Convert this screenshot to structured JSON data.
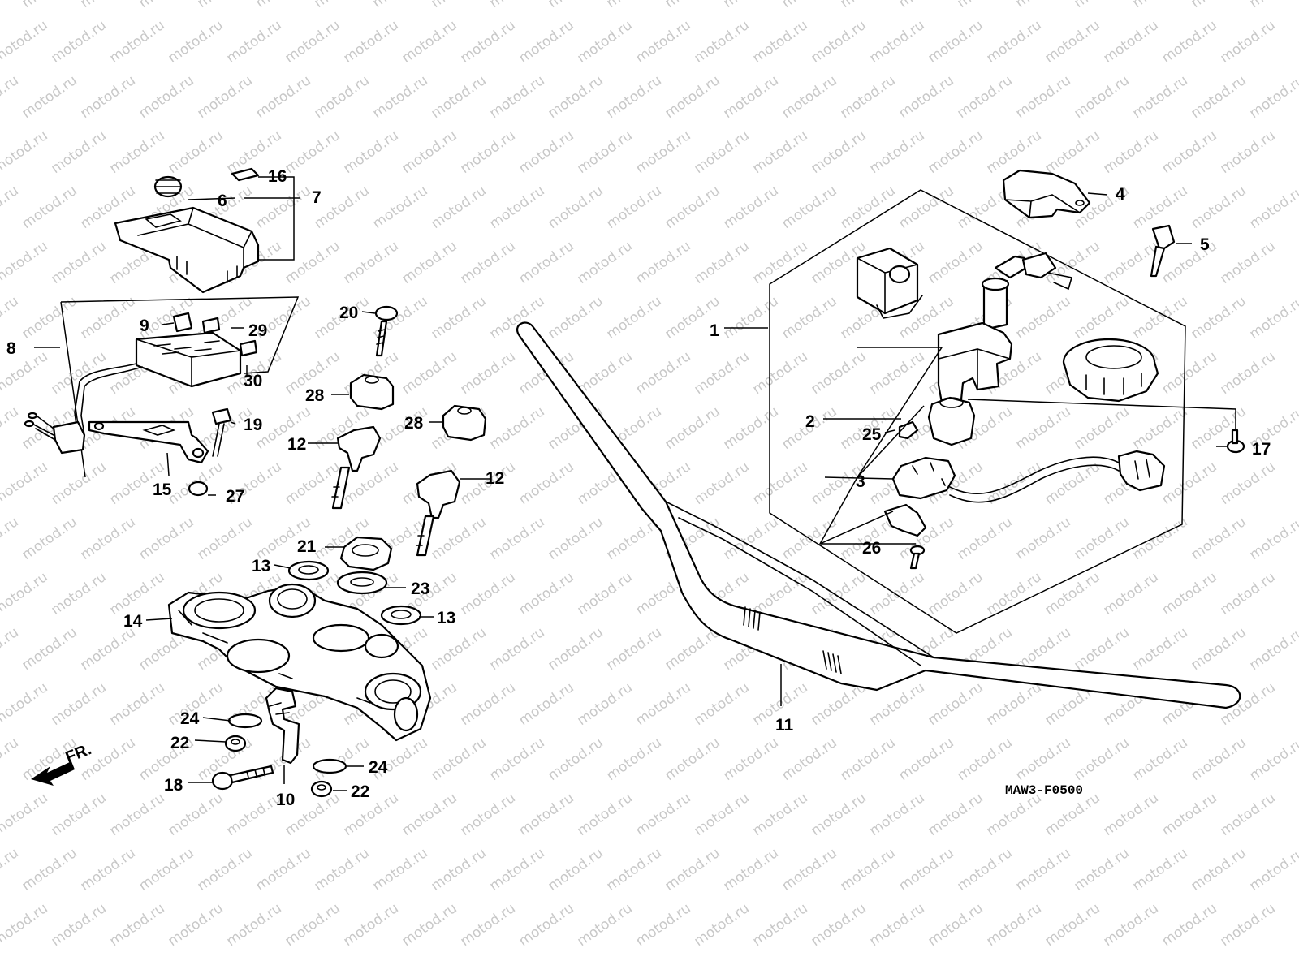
{
  "watermark": {
    "text": "motod.ru",
    "color": "#c8c8c8"
  },
  "diagram_code": "MAW3-F0500",
  "direction_arrow": {
    "label": "FR.",
    "icon": "front-direction-arrow-icon"
  },
  "callouts": {
    "c1": "1",
    "c2": "2",
    "c3": "3",
    "c4": "4",
    "c5": "5",
    "c6": "6",
    "c7": "7",
    "c8": "8",
    "c9": "9",
    "c10": "10",
    "c11": "11",
    "c12a": "12",
    "c12b": "12",
    "c13a": "13",
    "c13b": "13",
    "c14": "14",
    "c15": "15",
    "c16": "16",
    "c17": "17",
    "c18": "18",
    "c19": "19",
    "c20": "20",
    "c21": "21",
    "c22a": "22",
    "c22b": "22",
    "c23": "23",
    "c24a": "24",
    "c24b": "24",
    "c25": "25",
    "c26": "26",
    "c27": "27",
    "c28a": "28",
    "c28b": "28",
    "c29": "29",
    "c30": "30"
  },
  "colors": {
    "line": "#000000",
    "background": "#ffffff"
  }
}
